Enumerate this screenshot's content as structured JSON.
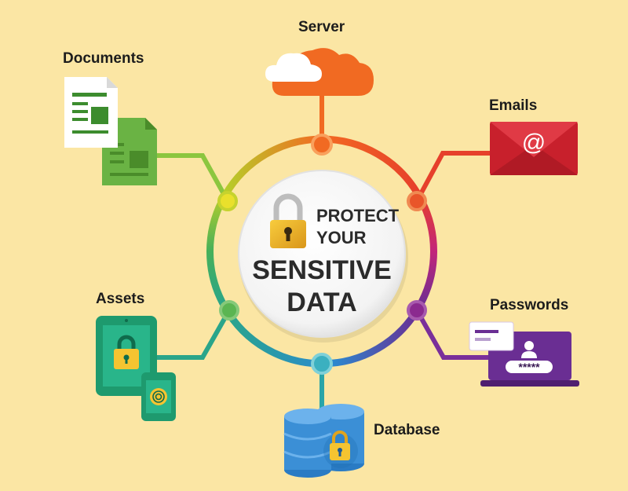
{
  "center": {
    "line1": "PROTECT",
    "line2": "YOUR",
    "line3": "SENSITIVE",
    "line4": "DATA"
  },
  "nodes": {
    "server": "Server",
    "documents": "Documents",
    "emails": "Emails",
    "assets": "Assets",
    "passwords": "Passwords",
    "database": "Database"
  },
  "password_mask": "*****",
  "email_symbol": "@",
  "icons": [
    "cloud-icon",
    "document-icon",
    "envelope-icon",
    "tablet-lock-icon",
    "phone-fingerprint-icon",
    "login-card-icon",
    "database-lock-icon",
    "padlock-icon"
  ],
  "colors": {
    "background": "#fbe6a4",
    "server": "#f16a22",
    "documents": "#6ab344",
    "emails": "#d62f3a",
    "assets": "#1e9a6e",
    "passwords": "#6a2e93",
    "database": "#3b8fd6",
    "gold": "#f1b12b"
  }
}
